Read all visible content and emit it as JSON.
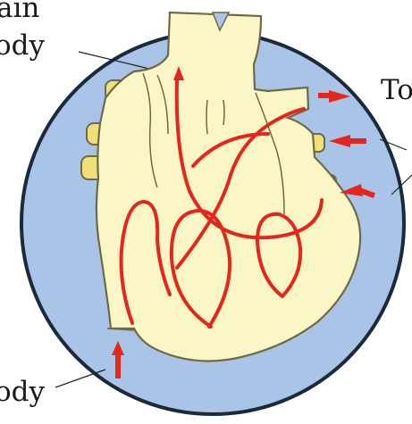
{
  "labels": {
    "top_left_1": "ain",
    "top_left_2": "ody",
    "right_top": "To",
    "bottom_left": "ody"
  },
  "colors": {
    "background": "#ffffff",
    "circle_fill": "#a9c4e6",
    "circle_stroke": "#1b2a3a",
    "heart_fill": "#fbf6c6",
    "heart_stroke": "#6f6a45",
    "vessel_stub": "#efe07a",
    "flow_arrow": "#e4261d"
  }
}
